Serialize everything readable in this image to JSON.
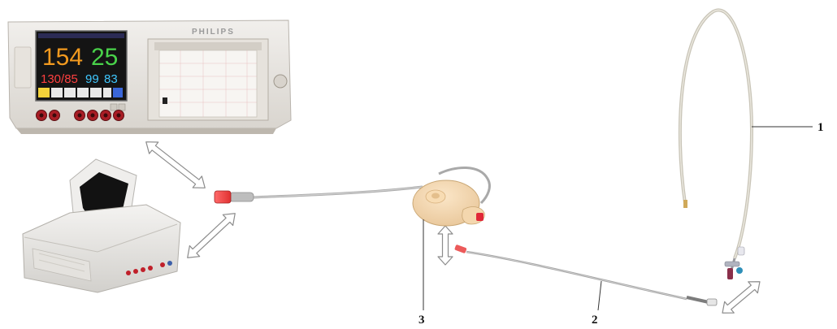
{
  "monitor": {
    "brand": "PHILIPS",
    "readings": {
      "heart_rate": "154",
      "toco": "25",
      "blood_pressure": "130/85",
      "spo2": "99",
      "pulse": "83"
    },
    "colors": {
      "heart_rate": "#f29a1f",
      "toco": "#49d24a",
      "blood_pressure": "#ff4040",
      "spo2": "#40c8ff",
      "pulse": "#40c8ff"
    }
  },
  "labels": {
    "catheter": "1",
    "cable": "2",
    "transducer": "3"
  }
}
